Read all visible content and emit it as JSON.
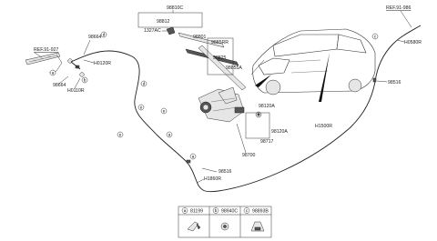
{
  "refs": {
    "ref_left": "REF.91-927",
    "ref_right": "REF.91-986"
  },
  "parts": {
    "p98810C": "98810C",
    "p98812": "98812",
    "p1327AC": "1327AC",
    "p98801": "98801",
    "p9885RR": "9885RR",
    "p98825": "98825",
    "p98855A": "98855A",
    "p98664_top": "98664",
    "pH0120R": "H0120R",
    "p98664_bot": "98664",
    "pH0110R": "H0110R",
    "p98120A": "98120A",
    "p98717": "98717",
    "p98700": "98700",
    "pH1500R": "H1500R",
    "pH0580R": "H0580R",
    "p98516_right": "98516",
    "p98516_bot": "98516",
    "pH1860R": "H1860R"
  },
  "callouts": {
    "a": "a",
    "b": "b",
    "c": "c",
    "d": "d",
    "e": "e"
  },
  "legend": [
    {
      "key": "a",
      "part": "81199"
    },
    {
      "key": "b",
      "part": "98940C"
    },
    {
      "key": "c",
      "part": "98893B"
    }
  ]
}
